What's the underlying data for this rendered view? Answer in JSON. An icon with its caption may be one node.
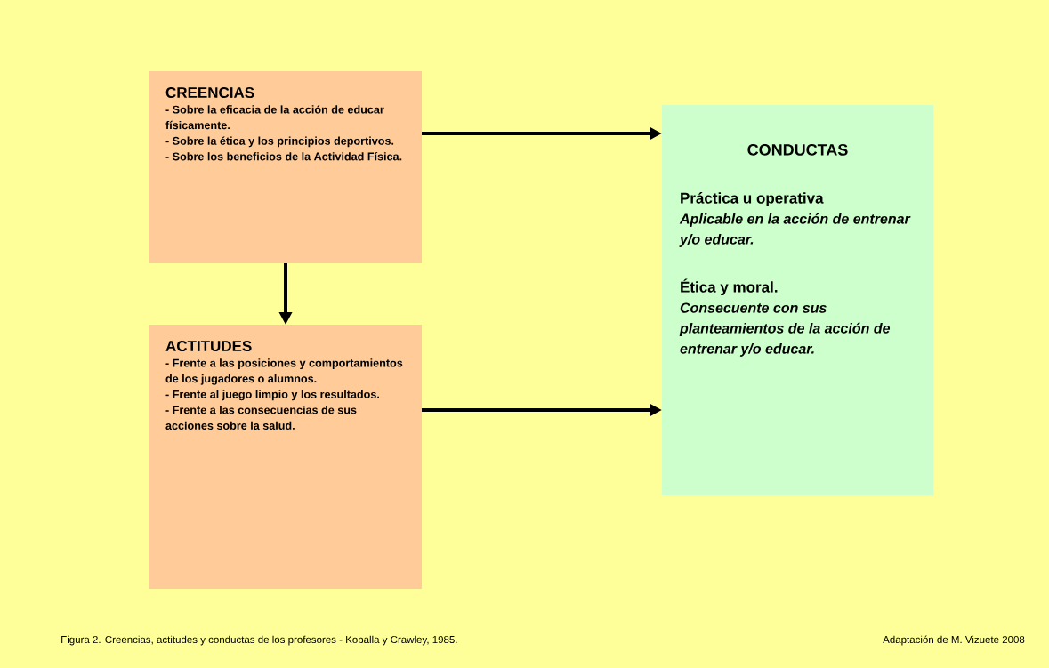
{
  "diagram": {
    "caption": "Figura 2. Creencias, actitudes y conductas de los profesores - Koballa y Crawley, 1985.",
    "nodes": [
      {
        "text": [
          "CREENCIAS",
          "- Sobre la eficacia de la acción de educar físicamente.",
          "- Sobre la ética y los principios deportivos.",
          "- Sobre los beneficios de la Actividad Física."
        ]
      },
      {
        "text": [
          "ACTITUDES",
          "- Frente a las posiciones y comportamientos de los jugadores o alumnos.",
          "- Frente al juego limpio y los resultados.",
          "- Frente a las consecuencias de sus acciones sobre la salud."
        ]
      },
      {
        "text": [
          "CONDUCTAS",
          "Práctica u operativa",
          "Aplicable en la acción de entrenar y/o educar.",
          "Ética y moral.",
          "Consecuente con sus planteamientos de la acción de entrenar y/o educar."
        ]
      }
    ],
    "edges": [
      {
        "from": 0,
        "to": 2,
        "arrow": "to"
      },
      {
        "from": 0,
        "to": 1,
        "arrow": "to"
      },
      {
        "from": 1,
        "to": 2,
        "arrow": "to"
      }
    ],
    "labels": [
      "Adaptación de M. Vizuete 2008"
    ]
  }
}
